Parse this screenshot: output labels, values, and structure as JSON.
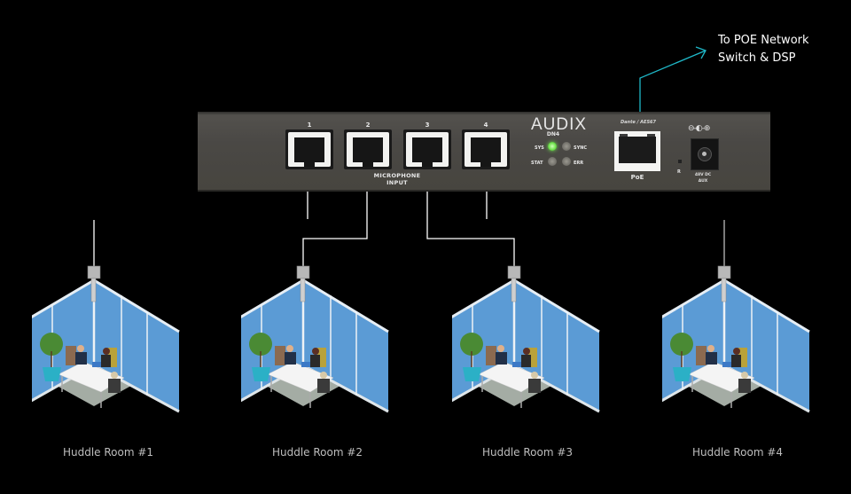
{
  "device": {
    "brand": "AUDIX",
    "model": "DN4",
    "ports": [
      {
        "label": "1"
      },
      {
        "label": "2"
      },
      {
        "label": "3"
      },
      {
        "label": "4"
      }
    ],
    "port_group_label_line1": "MICROPHONE",
    "port_group_label_line2": "INPUT",
    "leds": [
      {
        "label": "SYS",
        "state": "on"
      },
      {
        "label": "SYNC",
        "state": "off"
      },
      {
        "label": "STAT",
        "state": "off"
      },
      {
        "label": "ERR",
        "state": "off"
      }
    ],
    "dante_label": "Dante / AES67",
    "poe_label": "PoE",
    "reset_label": "R",
    "polarity_symbol": "⊖-◐-⊕",
    "dc_label_line1": "48V DC",
    "dc_label_line2": "AUX",
    "led_on_color": "#6fe24d"
  },
  "network": {
    "label_line1": "To POE Network",
    "label_line2": "Switch & DSP",
    "line_color": "#1fb8c8"
  },
  "rooms": [
    {
      "label": "Huddle Room #1",
      "port": "1"
    },
    {
      "label": "Huddle Room #2",
      "port": "2"
    },
    {
      "label": "Huddle Room #3",
      "port": "3"
    },
    {
      "label": "Huddle Room #4",
      "port": "4"
    }
  ],
  "colors": {
    "background": "#000000",
    "wall": "#5b9bd5",
    "floor": "#a4aca4",
    "wire": "#ffffff"
  }
}
